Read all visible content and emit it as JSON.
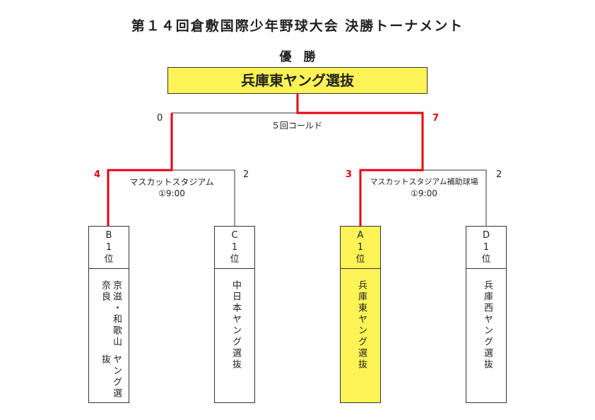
{
  "title": "第１４回倉敷国際少年野球大会 決勝トーナメント",
  "champion": {
    "label": "優　勝",
    "team": "兵庫東ヤング選抜"
  },
  "final": {
    "note": "５回コールド",
    "left_score": "0",
    "right_score": "7"
  },
  "semifinals": [
    {
      "venue": "マスカットスタジアム",
      "time": "①9:00",
      "left_score": "4",
      "right_score": "2"
    },
    {
      "venue": "マスカットスタジアム補助球場",
      "time": "①9:00",
      "left_score": "3",
      "right_score": "2"
    }
  ],
  "teams": [
    {
      "seed": [
        "B",
        "1",
        "位"
      ],
      "name_lines": [
        "京滋・和歌山奈良",
        "ヤング選抜"
      ]
    },
    {
      "seed": [
        "C",
        "1",
        "位"
      ],
      "name_lines": [
        "中日本ヤング選抜"
      ]
    },
    {
      "seed": [
        "A",
        "1",
        "位"
      ],
      "name_lines": [
        "兵庫東ヤング選抜"
      ]
    },
    {
      "seed": [
        "D",
        "1",
        "位"
      ],
      "name_lines": [
        "兵庫西ヤング選抜"
      ]
    }
  ],
  "colors": {
    "winner_line": "#e60012",
    "highlight": "#fef356"
  }
}
